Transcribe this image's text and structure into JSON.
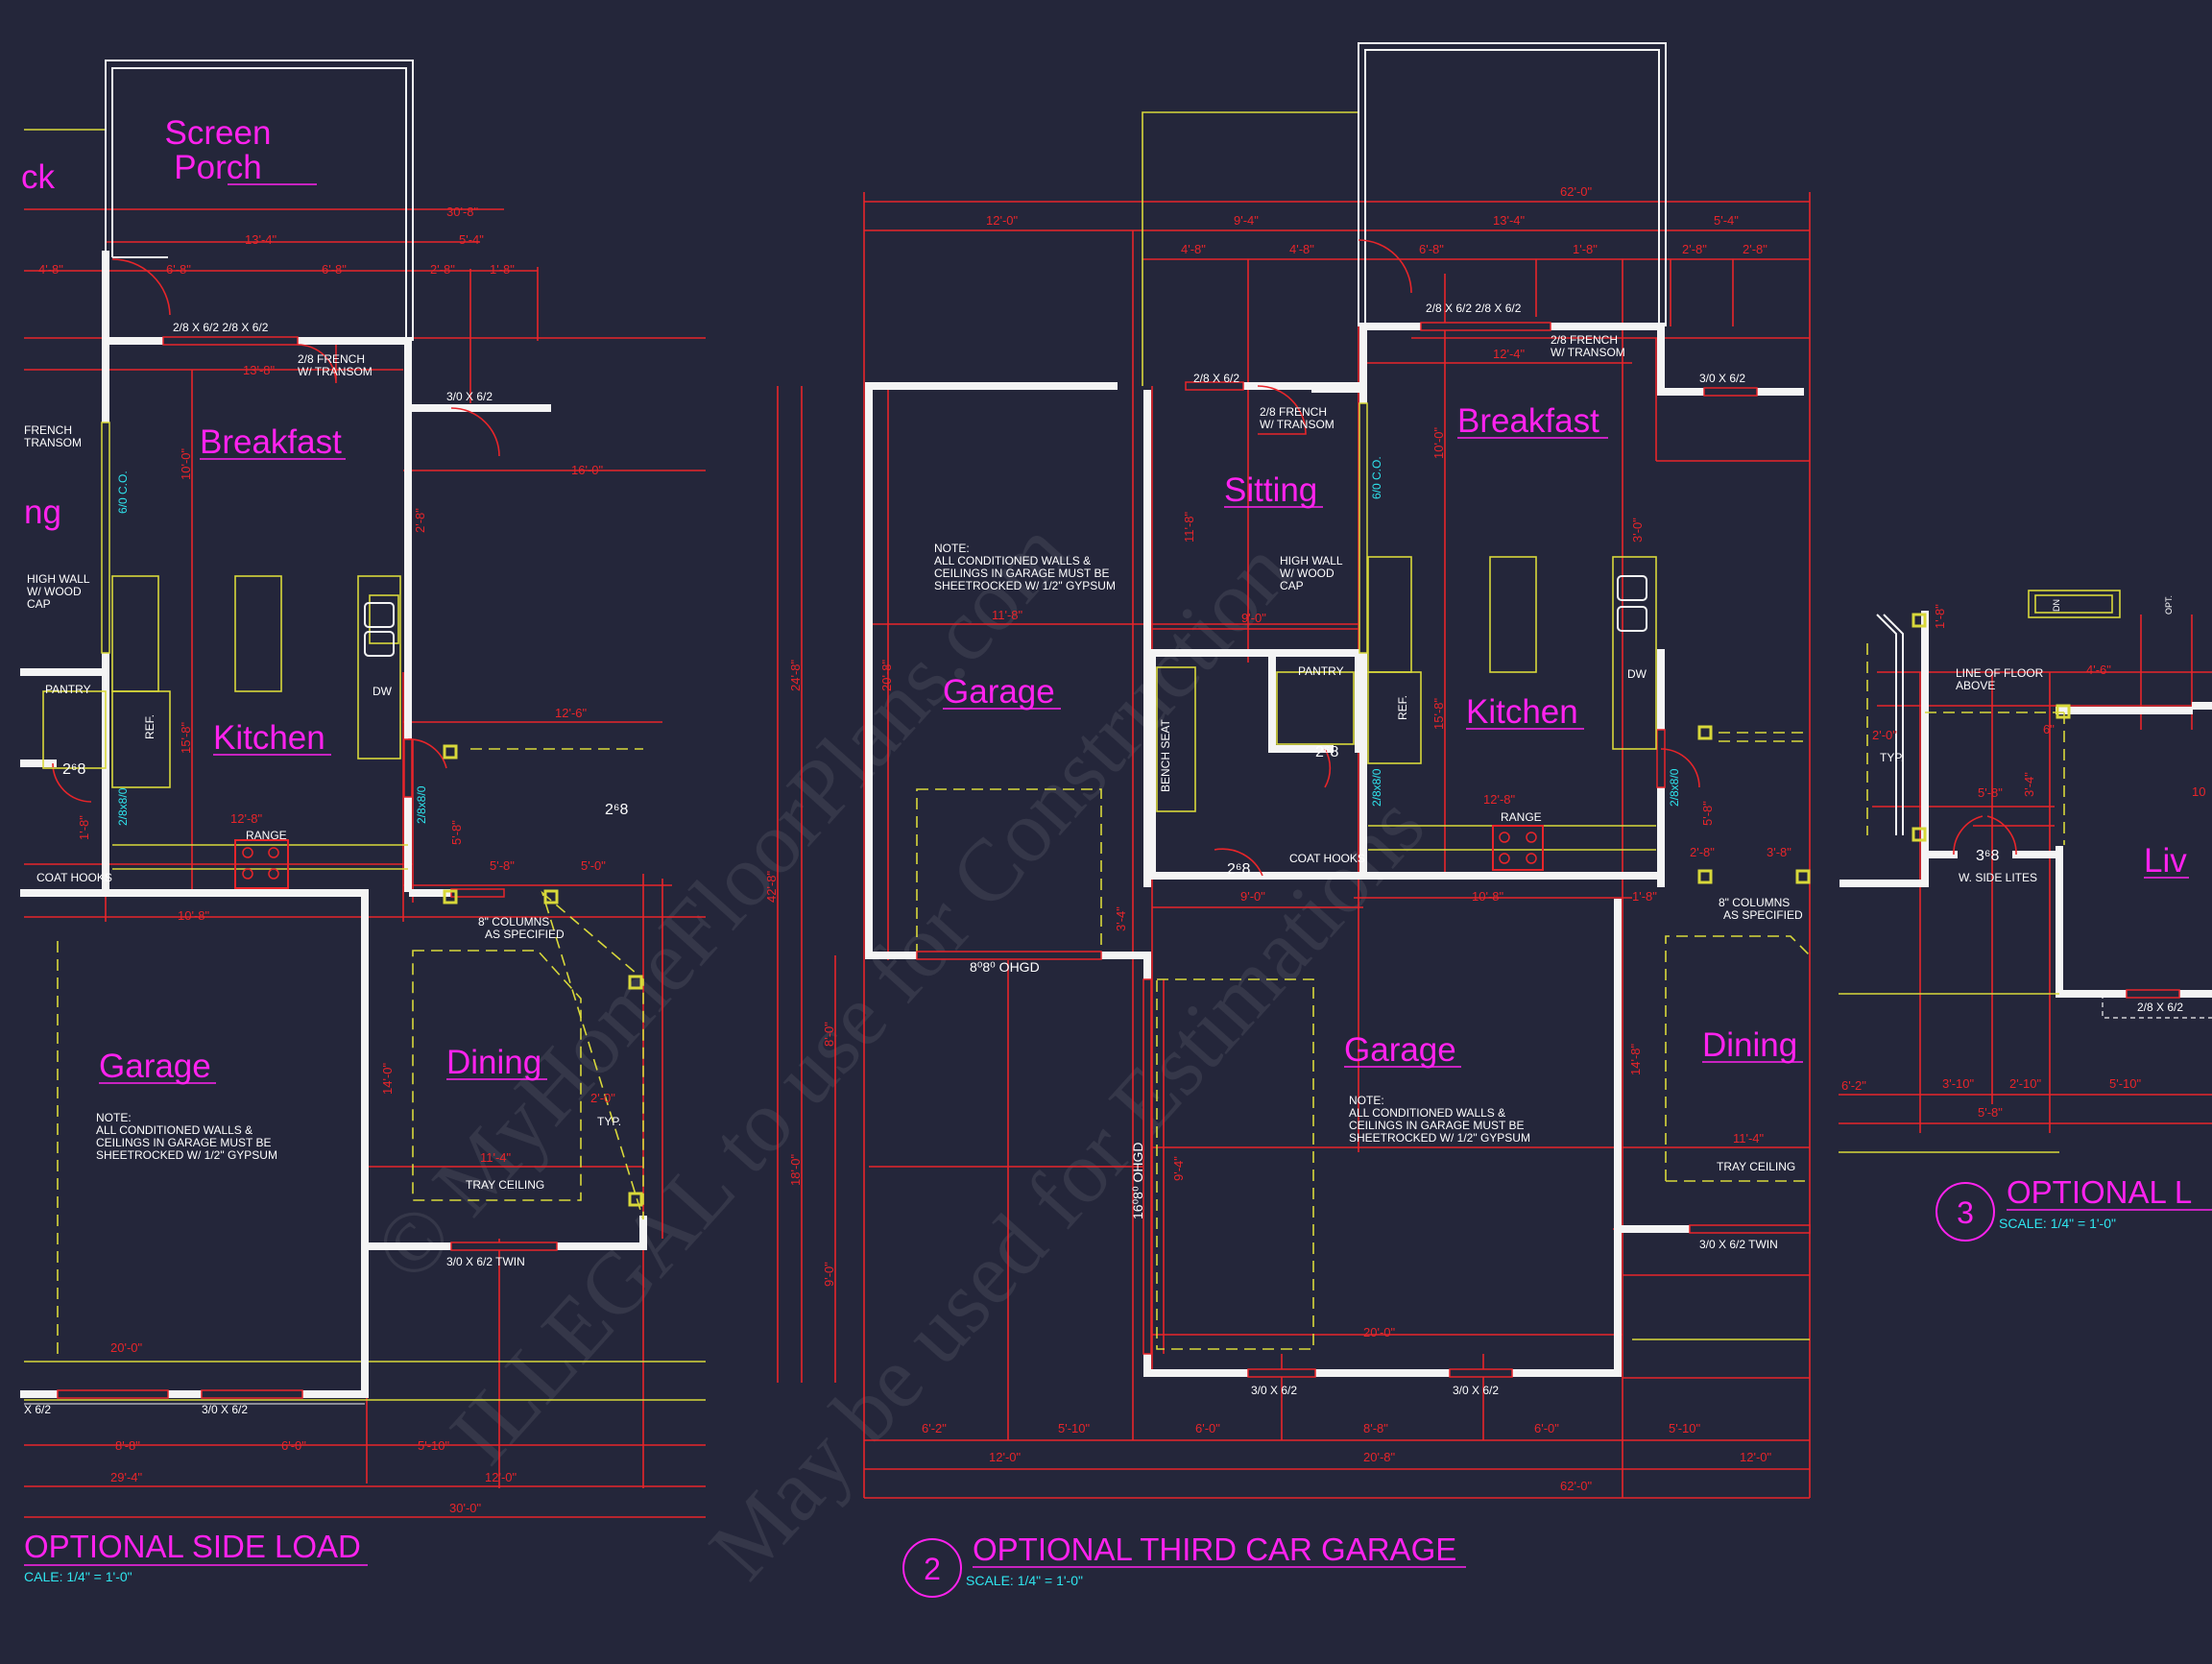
{
  "colors": {
    "background": "#24263a",
    "walls": "#f4f4f4",
    "room_labels": "#ff22ee",
    "dimensions": "#e8252a",
    "fixtures": "#d8d83a",
    "notes": "#ffffff",
    "callouts": "#2fe6ef"
  },
  "watermark": {
    "line1": "© MyHomeFloorPlans.com",
    "line2": "ILLEGAL to use for Construction",
    "line3": "May be used for Estimations"
  },
  "plan1": {
    "rooms": {
      "screen_porch_1": "Screen",
      "screen_porch_2": "Porch",
      "deck": "ck",
      "breakfast": "Breakfast",
      "living": "ng",
      "kitchen": "Kitchen",
      "garage": "Garage",
      "dining": "Dining"
    },
    "title": "OPTIONAL SIDE LOAD",
    "scale": "CALE: 1/4\" = 1'-0\"",
    "labels": {
      "door_top": "2/8 X 6/2 2/8 X 6/2",
      "french_transom_1": "2/8 FRENCH",
      "french_transom_2": "W/ TRANSOM",
      "door_side": "3/0 X 6/2",
      "french_left_1": "FRENCH",
      "french_left_2": "TRANSOM",
      "co": "6/0 C.O.",
      "high_wall_1": "HIGH WALL",
      "high_wall_2": "W/ WOOD",
      "high_wall_3": "CAP",
      "pantry": "PANTRY",
      "ref": "REF.",
      "dw": "DW",
      "range": "RANGE",
      "coat_hooks": "COAT HOOKS",
      "door_pantry": "2⁶8",
      "door_26b": "2⁶8",
      "door_vert": "2/8x8/0",
      "columns_1": "8\" COLUMNS",
      "columns_2": "AS SPECIFIED",
      "tray": "TRAY CEILING",
      "typ": "TYP.",
      "twin": "3/0 X 6/2 TWIN",
      "door_bottom_1": "X 6/2",
      "door_bottom_2": "3/0 X 6/2",
      "note_1": "NOTE:",
      "note_2": "ALL CONDITIONED WALLS &",
      "note_3": "CEILINGS IN GARAGE MUST BE",
      "note_4": "SHEETROCKED W/ 1/2\" GYPSUM"
    },
    "dims": {
      "d1": "30'-8\"",
      "d2": "13'-4\"",
      "d3": "5'-4\"",
      "d4": "4'-8\"",
      "d5": "6'-8\"",
      "d6": "6'-8\"",
      "d7": "2'-8\"",
      "d8": "1'-8\"",
      "d9": "13'-8\"",
      "d10": "16'-0\"",
      "d11": "10'-0\"",
      "d12": "15'-8\"",
      "d13": "12'-8\"",
      "d14": "12'-6\"",
      "d15": "5'-8\"",
      "d16": "10'-8\"",
      "d17": "11'-4\"",
      "d18": "14'-0\"",
      "d19": "2'-0\"",
      "d20": "20'-0\"",
      "d21": "8'-8\"",
      "d22": "6'-0\"",
      "d23": "5'-10\"",
      "d24": "29'-4\"",
      "d25": "12'-0\"",
      "d26": "30'-0\"",
      "d27": "5'-0\"",
      "d28": "2'-8\"",
      "d29": "1'-8\"",
      "d30": "5'-8\""
    }
  },
  "plan2": {
    "rooms": {
      "garage_left": "Garage",
      "sitting": "Sitting",
      "breakfast": "Breakfast",
      "kitchen": "Kitchen",
      "garage_right": "Garage",
      "dining": "Dining"
    },
    "number": "2",
    "title": "OPTIONAL THIRD CAR GARAGE",
    "scale": "SCALE: 1/4\" = 1'-0\"",
    "labels": {
      "door_top": "2/8 X 6/2 2/8 X 6/2",
      "french_transom_1": "2/8 FRENCH",
      "french_transom_2": "W/ TRANSOM",
      "sitting_door": "2/8 X 6/2",
      "sitting_french_1": "2/8 FRENCH",
      "sitting_french_2": "W/ TRANSOM",
      "door_side": "3/0 X 6/2",
      "co": "6/0 C.O.",
      "high_wall_1": "HIGH WALL",
      "high_wall_2": "W/ WOOD",
      "high_wall_3": "CAP",
      "pantry": "PANTRY",
      "ref": "REF.",
      "dw": "DW",
      "range": "RANGE",
      "coat_hooks": "COAT HOOKS",
      "bench": "BENCH SEAT",
      "door_26a": "2⁶8",
      "door_26b": "2⁶8",
      "door_vert_a": "2/8x8/0",
      "door_vert_b": "2/8x8/0",
      "columns_1": "8\" COLUMNS",
      "columns_2": "AS SPECIFIED",
      "ohgd_top": "8⁰8⁰ OHGD",
      "ohgd_side": "16⁰8⁰ OHGD",
      "tray": "TRAY CEILING",
      "twin": "3/0 X 6/2 TWIN",
      "door_b1": "3/0 X 6/2",
      "door_b2": "3/0 X 6/2",
      "note_1": "NOTE:",
      "note_2": "ALL CONDITIONED WALLS &",
      "note_3": "CEILINGS IN GARAGE MUST BE",
      "note_4": "SHEETROCKED W/ 1/2\" GYPSUM"
    },
    "dims": {
      "d1": "62'-0\"",
      "d2": "12'-0\"",
      "d3": "9'-4\"",
      "d4": "13'-4\"",
      "d5": "5'-4\"",
      "d6": "4'-8\"",
      "d7": "4'-8\"",
      "d8": "6'-8\"",
      "d9": "1'-8\"",
      "d10": "2'-8\"",
      "d11": "2'-8\"",
      "d12": "12'-4\"",
      "d13": "10'-0\"",
      "d14": "11'-8\"",
      "d15": "9'-0\"",
      "d16": "24'-8\"",
      "d17": "20'-8\"",
      "d18": "11'-8\"",
      "d19": "15'-8\"",
      "d20": "12'-8\"",
      "d21": "9'-0\"",
      "d22": "10'-8\"",
      "d23": "14'-8\"",
      "d24": "11'-4\"",
      "d25": "20'-0\"",
      "d26": "6'-2\"",
      "d27": "5'-10\"",
      "d28": "6'-0\"",
      "d29": "8'-8\"",
      "d30": "6'-0\"",
      "d31": "5'-10\"",
      "d32": "12'-0\"",
      "d33": "20'-8\"",
      "d34": "12'-0\"",
      "d35": "62'-0\"",
      "d36": "5'-8\"",
      "d37": "2'-8\"",
      "d38": "3'-8\"",
      "d39": "1'-8\"",
      "d40": "8'-0\"",
      "d41": "9'-0\"",
      "d42": "18'-0\"",
      "d43": "9'-4\"",
      "d44": "3'-4\"",
      "d45": "3'-0\"",
      "d46": "42'-8\""
    }
  },
  "plan3": {
    "rooms": {
      "living": "Liv"
    },
    "number": "3",
    "title": "OPTIONAL L",
    "scale": "SCALE: 1/4\" = 1'-0\"",
    "labels": {
      "line_floor_1": "LINE OF FLOOR",
      "line_floor_2": "ABOVE",
      "typ": "TYP.",
      "door": "3⁶8",
      "side_lites": "W. SIDE LITES",
      "door_bottom": "2/8 X 6/2",
      "dn": "DN",
      "opt": "OPT."
    },
    "dims": {
      "d1": "6'-2\"",
      "d2": "3'-10\"",
      "d3": "2'-10\"",
      "d4": "5'-10\"",
      "d5": "5'-8\"",
      "d6": "2'-0\"",
      "d7": "4'-6\"",
      "d8": "5'-8\"",
      "d9": "3'-4\"",
      "d10": "1'-8\"",
      "d11": "6\"",
      "d12": "10"
    }
  }
}
